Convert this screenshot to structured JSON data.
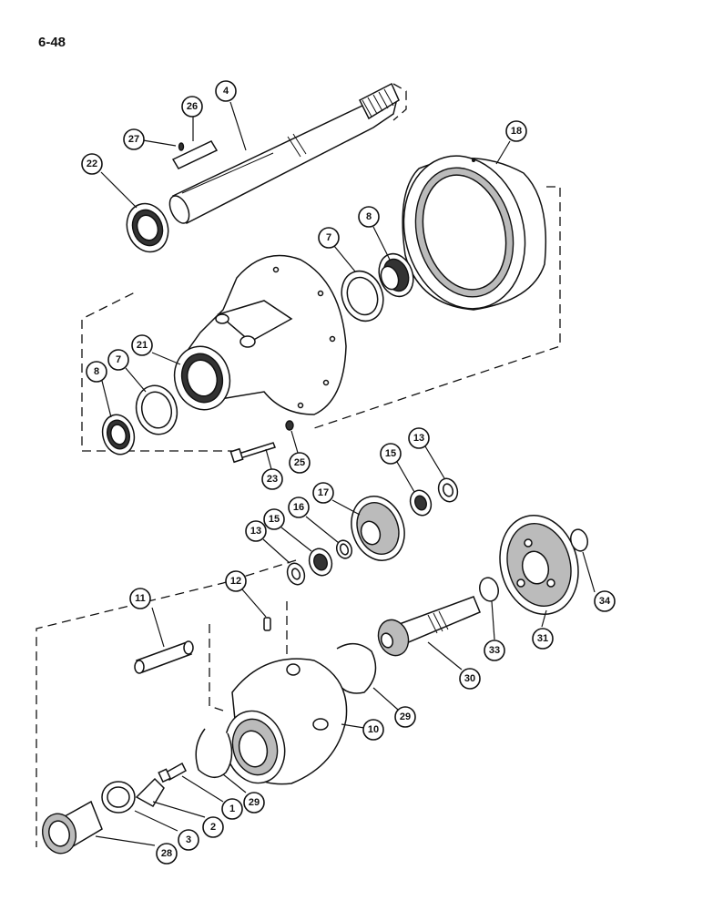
{
  "page": {
    "number": "6-48"
  },
  "callouts": [
    {
      "label": "4",
      "part": "axle-shaft"
    },
    {
      "label": "26",
      "part": "key"
    },
    {
      "label": "27",
      "part": "pin"
    },
    {
      "label": "22",
      "part": "seal"
    },
    {
      "label": "18",
      "part": "ring-gear"
    },
    {
      "label": "7",
      "part": "bearing-cup-upper"
    },
    {
      "label": "8",
      "part": "bearing-cone-upper"
    },
    {
      "label": "21",
      "part": "housing"
    },
    {
      "label": "7",
      "part": "bearing-cup-lower"
    },
    {
      "label": "8",
      "part": "bearing-cone-lower"
    },
    {
      "label": "23",
      "part": "bolt"
    },
    {
      "label": "25",
      "part": "washer"
    },
    {
      "label": "13",
      "part": "thrust-washer-right"
    },
    {
      "label": "15",
      "part": "needle-bearing-right"
    },
    {
      "label": "17",
      "part": "planet-gear"
    },
    {
      "label": "16",
      "part": "spacer"
    },
    {
      "label": "15",
      "part": "needle-bearing-left"
    },
    {
      "label": "13",
      "part": "thrust-washer-left"
    },
    {
      "label": "12",
      "part": "roll-pin"
    },
    {
      "label": "11",
      "part": "planet-shaft"
    },
    {
      "label": "34",
      "part": "snap-ring-right"
    },
    {
      "label": "31",
      "part": "sun-gear-carrier"
    },
    {
      "label": "33",
      "part": "snap-ring"
    },
    {
      "label": "30",
      "part": "sun-gear-shaft"
    },
    {
      "label": "29",
      "part": "retaining-ring-upper"
    },
    {
      "label": "10",
      "part": "planet-carrier"
    },
    {
      "label": "29",
      "part": "retaining-ring-lower"
    },
    {
      "label": "1",
      "part": "cap-screw"
    },
    {
      "label": "2",
      "part": "lock-plate"
    },
    {
      "label": "3",
      "part": "thrust-washer"
    },
    {
      "label": "28",
      "part": "coupler"
    }
  ]
}
